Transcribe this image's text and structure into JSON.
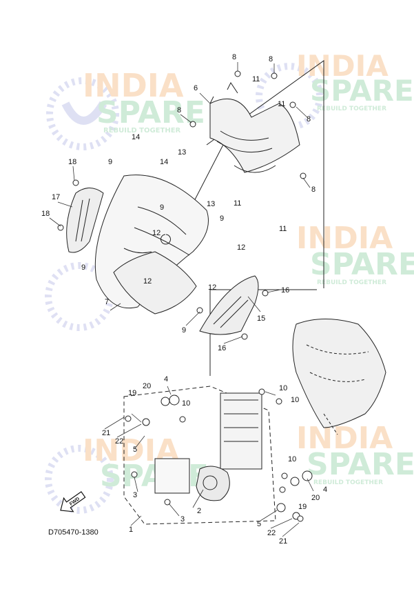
{
  "diagram_code": "D705470-1380",
  "fwd_label": "FWD",
  "watermark": {
    "line1": "INDIA",
    "line2": "SPARE",
    "tagline": "REBUILD TOGETHER",
    "colors": {
      "orange": "#f6c79a",
      "green": "#a9dbb9",
      "blue": "#c4c7ea"
    }
  },
  "callouts": [
    {
      "id": "c8a",
      "label": "8"
    },
    {
      "id": "c8b",
      "label": "8"
    },
    {
      "id": "c11a",
      "label": "11"
    },
    {
      "id": "c6",
      "label": "6"
    },
    {
      "id": "c11b",
      "label": "11"
    },
    {
      "id": "c8c",
      "label": "8"
    },
    {
      "id": "c8d",
      "label": "8"
    },
    {
      "id": "c14a",
      "label": "14"
    },
    {
      "id": "c13a",
      "label": "13"
    },
    {
      "id": "c14b",
      "label": "14"
    },
    {
      "id": "c18a",
      "label": "18"
    },
    {
      "id": "c9a",
      "label": "9"
    },
    {
      "id": "c8e",
      "label": "8"
    },
    {
      "id": "c17",
      "label": "17"
    },
    {
      "id": "c13b",
      "label": "13"
    },
    {
      "id": "c11c",
      "label": "11"
    },
    {
      "id": "c9b",
      "label": "9"
    },
    {
      "id": "c18b",
      "label": "18"
    },
    {
      "id": "c9c",
      "label": "9"
    },
    {
      "id": "c11d",
      "label": "11"
    },
    {
      "id": "c12a",
      "label": "12"
    },
    {
      "id": "c12b",
      "label": "12"
    },
    {
      "id": "c9d",
      "label": "9"
    },
    {
      "id": "c12c",
      "label": "12"
    },
    {
      "id": "c12d",
      "label": "12"
    },
    {
      "id": "c16a",
      "label": "16"
    },
    {
      "id": "c7",
      "label": "7"
    },
    {
      "id": "c15",
      "label": "15"
    },
    {
      "id": "c9e",
      "label": "9"
    },
    {
      "id": "c16b",
      "label": "16"
    },
    {
      "id": "c4a",
      "label": "4"
    },
    {
      "id": "c20a",
      "label": "20"
    },
    {
      "id": "c19a",
      "label": "19"
    },
    {
      "id": "c10a",
      "label": "10"
    },
    {
      "id": "c10b",
      "label": "10"
    },
    {
      "id": "c10c",
      "label": "10"
    },
    {
      "id": "c21a",
      "label": "21"
    },
    {
      "id": "c22a",
      "label": "22"
    },
    {
      "id": "c5a",
      "label": "5"
    },
    {
      "id": "c10d",
      "label": "10"
    },
    {
      "id": "c3a",
      "label": "3"
    },
    {
      "id": "c4b",
      "label": "4"
    },
    {
      "id": "c20b",
      "label": "20"
    },
    {
      "id": "c19b",
      "label": "19"
    },
    {
      "id": "c2",
      "label": "2"
    },
    {
      "id": "c3b",
      "label": "3"
    },
    {
      "id": "c5b",
      "label": "5"
    },
    {
      "id": "c22b",
      "label": "22"
    },
    {
      "id": "c1",
      "label": "1"
    },
    {
      "id": "c21b",
      "label": "21"
    }
  ]
}
